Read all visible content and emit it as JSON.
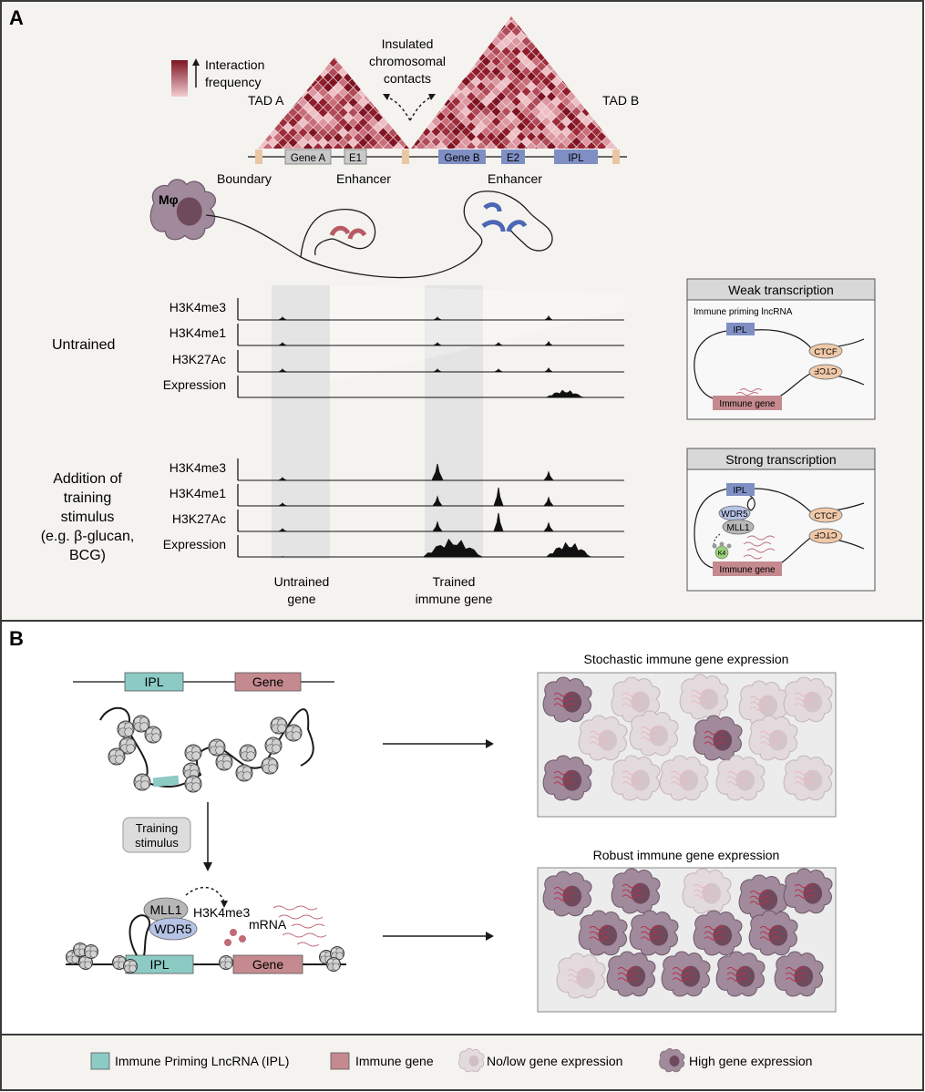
{
  "colors": {
    "panel_bg": "#f5f3ef",
    "border": "#3a3a3a",
    "heat_dark": "#8e1c2a",
    "heat_light": "#efc6cb",
    "ipl_blue": "#7f8fc4",
    "ipl_teal": "#8ccbc4",
    "gene_red": "#c48a8f",
    "boundary_tan": "#e9c6a4",
    "shade": "#e4e4e4",
    "ctcf": "#f0c9a9",
    "wdr5": "#b6c3e6",
    "mll1": "#b7b7b7",
    "k4": "#9ad07a"
  },
  "panel_a": {
    "letter": "A",
    "legend_line1": "Interaction",
    "legend_line2": "frequency",
    "tad_a": "TAD A",
    "tad_b": "TAD B",
    "insulated1": "Insulated",
    "insulated2": "chromosomal",
    "insulated3": "contacts",
    "gene_a": "Gene A",
    "e1": "E1",
    "gene_b": "Gene B",
    "e2": "E2",
    "ipl": "IPL",
    "boundary": "Boundary",
    "enhancer": "Enhancer",
    "macrophage": "Mφ",
    "untrained_label": "Untrained",
    "training_lines": [
      "Addition of",
      "training",
      "stimulus",
      "(e.g. β-glucan,",
      "BCG)"
    ],
    "tracks": [
      "H3K4me3",
      "H3K4me1",
      "H3K27Ac",
      "Expression"
    ],
    "col1_line1": "Untrained",
    "col1_line2": "gene",
    "col2_line1": "Trained",
    "col2_line2": "immune gene",
    "weak_title": "Weak transcription",
    "strong_title": "Strong transcription",
    "weak_caption": "Immune priming lncRNA",
    "ctcf": "CTCF",
    "immune_gene": "Immune gene",
    "wdr5": "WDR5",
    "mll1": "MLL1",
    "k4": "K4"
  },
  "panel_b": {
    "letter": "B",
    "ipl": "IPL",
    "gene": "Gene",
    "training1": "Training",
    "training2": "stimulus",
    "mll1": "MLL1",
    "wdr5": "WDR5",
    "h3k4me3": "H3K4me3",
    "mrna": "mRNA",
    "stochastic_title": "Stochastic immune gene expression",
    "robust_title": "Robust immune gene expression"
  },
  "legend": {
    "ipl": "Immune Priming LncRNA (IPL)",
    "immune_gene": "Immune gene",
    "low": "No/low gene expression",
    "high": "High gene expression"
  }
}
